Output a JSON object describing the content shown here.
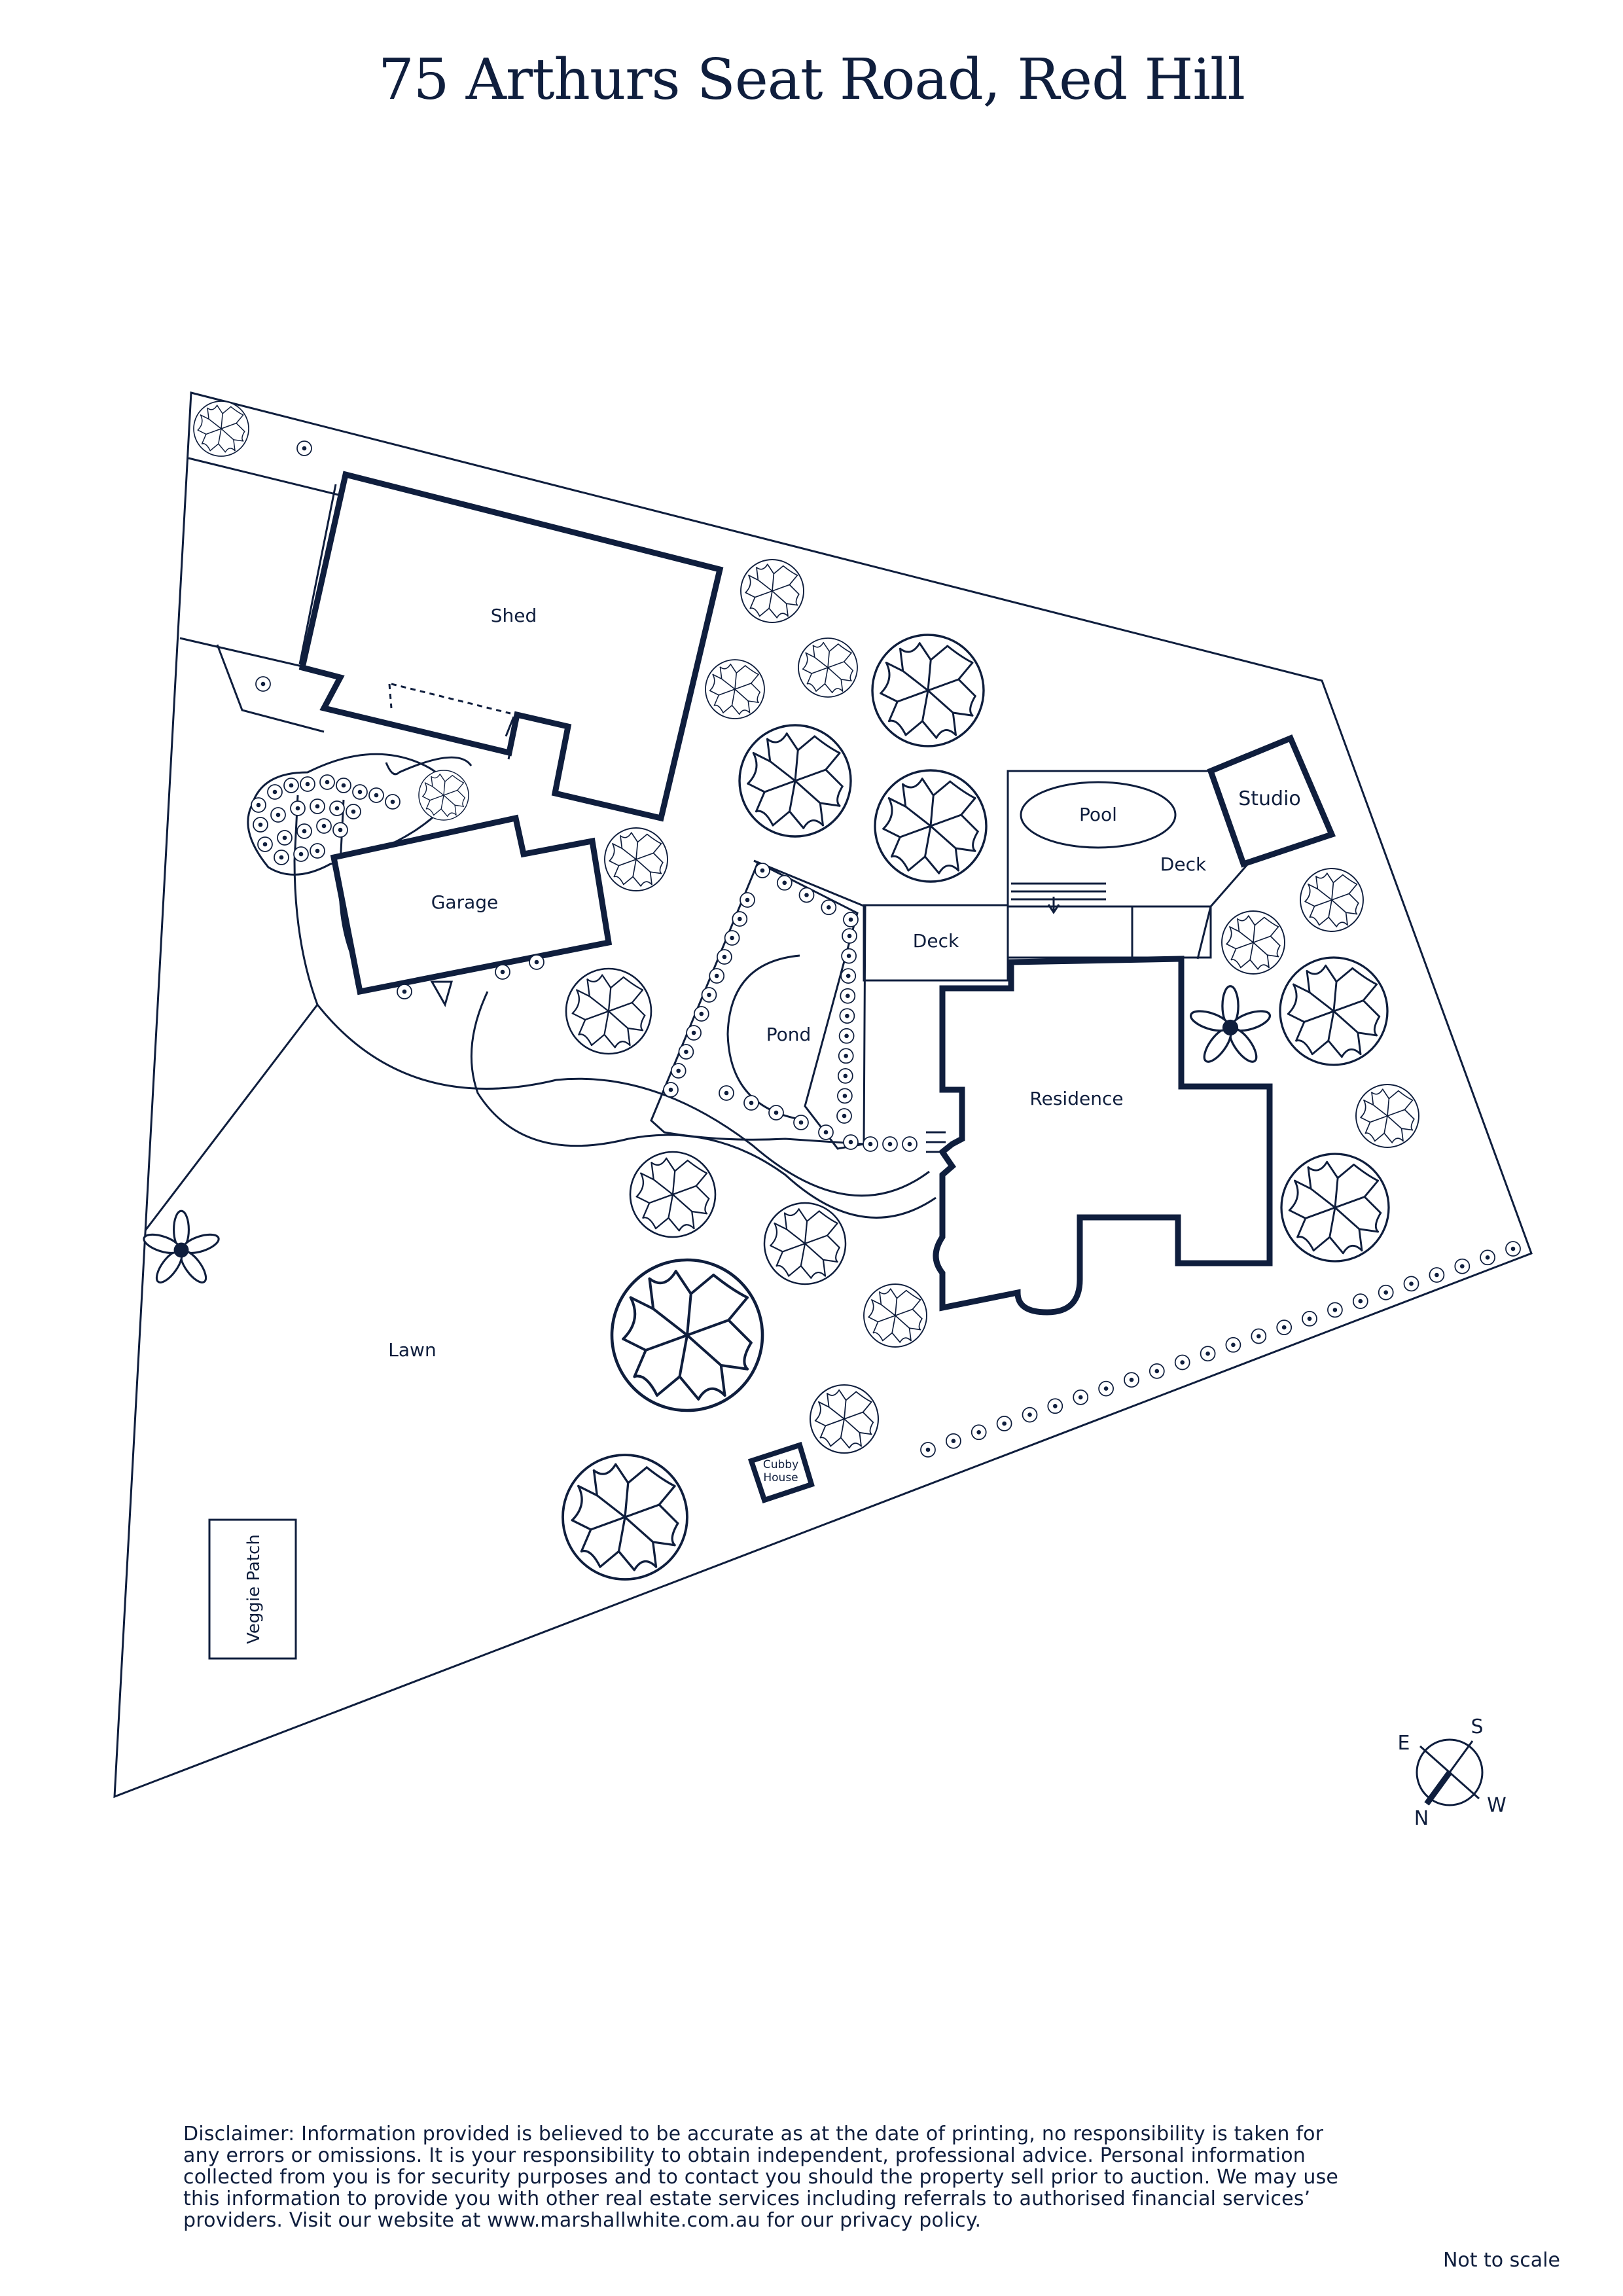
{
  "title": "75 Arthurs Seat Road, Red Hill",
  "labels": {
    "shed": "Shed",
    "garage": "Garage",
    "pool": "Pool",
    "studio": "Studio",
    "deck_pool": "Deck",
    "deck_front": "Deck",
    "pond": "Pond",
    "residence": "Residence",
    "lawn": "Lawn",
    "cubby_line1": "Cubby",
    "cubby_line2": "House",
    "veggie_patch": "Veggie Patch"
  },
  "compass": {
    "e": "E",
    "s": "S",
    "w": "W",
    "n": "N"
  },
  "disclaimer": "Disclaimer: Information provided is believed to be accurate as at the date of printing, no responsibility is taken for any errors or omissions. It is your responsibility to obtain independent, professional advice. Personal information collected from you is for security purposes and to contact you should the property sell prior to auction. We may use this information to provide you with other real estate services including referrals to authorised financial services’ providers. Visit our website at www.marshallwhite.com.au for our privacy policy.",
  "scale_note": "Not to scale",
  "colors": {
    "ink": "#0f1e3d",
    "background": "#ffffff"
  }
}
